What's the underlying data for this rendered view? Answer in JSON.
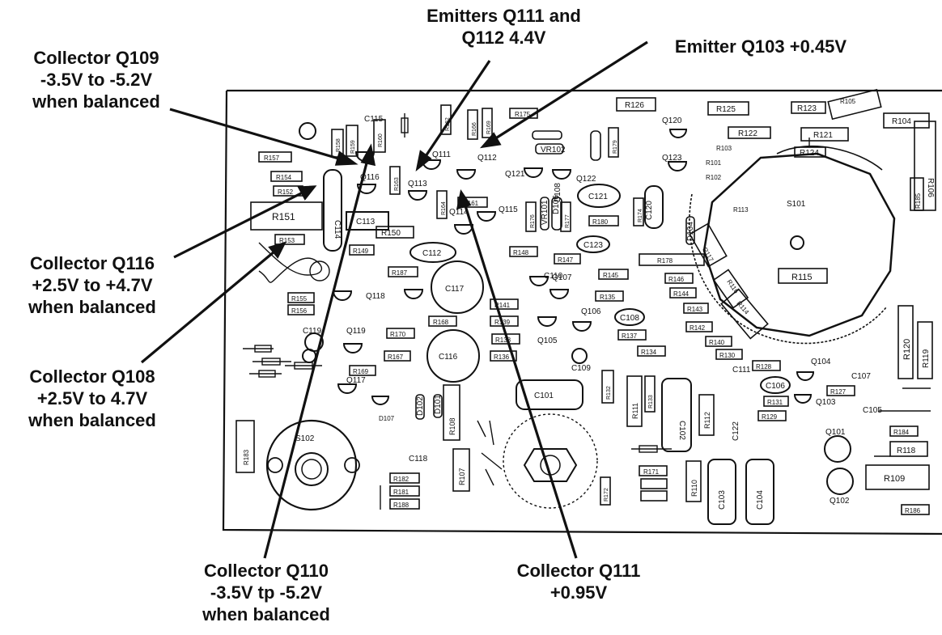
{
  "annotations": {
    "collector_q109": [
      "Collector Q109",
      "-3.5V to -5.2V",
      "when balanced"
    ],
    "emitters_q111_q112": [
      "Emitters Q111 and",
      "Q112 4.4V"
    ],
    "emitter_q103": [
      "Emitter Q103 +0.45V"
    ],
    "collector_q116": [
      "Collector Q116",
      "+2.5V to +4.7V",
      "when balanced"
    ],
    "collector_q108": [
      "Collector Q108",
      "+2.5V to 4.7V",
      "when balanced"
    ],
    "collector_q110": [
      "Collector Q110",
      "-3.5V tp -5.2V",
      "when balanced"
    ],
    "collector_q111": [
      "Collector Q111",
      "+0.95V"
    ]
  },
  "board": {
    "switches": [
      "S101",
      "S102"
    ],
    "resistors": [
      "R126",
      "R125",
      "R123",
      "R105",
      "R104",
      "R121",
      "R122",
      "R124",
      "R103",
      "R101",
      "R102",
      "R157",
      "R154",
      "R152",
      "R151",
      "R153",
      "R175",
      "R162",
      "R166",
      "R169",
      "R163",
      "R164",
      "R161",
      "R150",
      "R149",
      "R148",
      "R147",
      "R145",
      "R146",
      "R144",
      "R143",
      "R142",
      "R140",
      "R130",
      "R135",
      "R141",
      "R187",
      "R155",
      "R156",
      "R170",
      "R167",
      "R168",
      "R139",
      "R138",
      "R137",
      "R136",
      "R134",
      "R169",
      "R180",
      "R176",
      "R177",
      "R174",
      "R178",
      "R179",
      "R113",
      "R117",
      "R115",
      "R116",
      "R114",
      "R185",
      "R106",
      "R120",
      "R119",
      "R128",
      "R127",
      "R131",
      "R129",
      "R132",
      "R111",
      "R133",
      "R112",
      "R107",
      "R108",
      "R110",
      "R182",
      "R181",
      "R188",
      "R171",
      "R184",
      "R183",
      "R172",
      "R186",
      "R118",
      "R109",
      "R158",
      "R159",
      "R160"
    ],
    "capacitors": [
      "C121",
      "C120",
      "C123",
      "C113",
      "C112",
      "C114",
      "C117",
      "C116",
      "C110",
      "C119",
      "C118",
      "C108",
      "C109",
      "C111",
      "C106",
      "C107",
      "C105",
      "C122",
      "C102",
      "C103",
      "C104",
      "C101",
      "C115"
    ],
    "transistors": [
      "Q120",
      "Q123",
      "Q122",
      "Q121",
      "Q112",
      "Q111",
      "Q113",
      "Q114",
      "Q115",
      "Q116",
      "Q118",
      "Q119",
      "Q117",
      "Q107",
      "Q106",
      "Q105",
      "Q104",
      "Q103",
      "Q101",
      "Q102"
    ],
    "diodes": [
      "D101",
      "D102",
      "D104",
      "D106",
      "D107",
      "D108"
    ],
    "vr": [
      "VR101",
      "VR102"
    ]
  }
}
